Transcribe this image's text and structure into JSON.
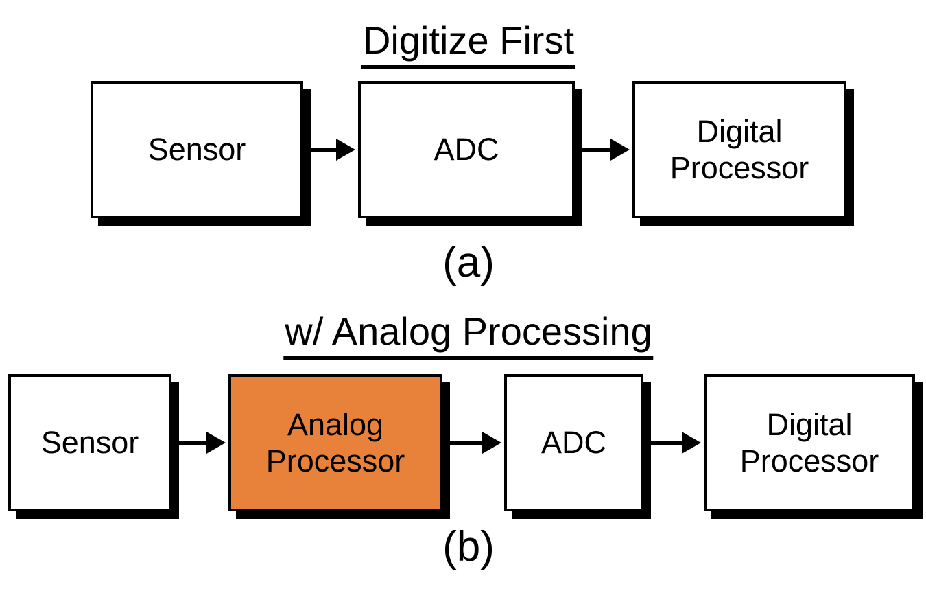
{
  "colors": {
    "background": "#ffffff",
    "block_fill": "#ffffff",
    "highlight_fill": "#E8813A",
    "border": "#000000",
    "text": "#000000",
    "shadow": "#000000"
  },
  "diagram_a": {
    "title": "Digitize First",
    "caption": "(a)",
    "flow": [
      "Sensor",
      "ADC",
      "Digital Processor"
    ]
  },
  "diagram_b": {
    "title": "w/ Analog Processing",
    "caption": "(b)",
    "flow": [
      "Sensor",
      "Analog Processor",
      "ADC",
      "Digital Processor"
    ],
    "highlighted_block": "Analog Processor"
  }
}
